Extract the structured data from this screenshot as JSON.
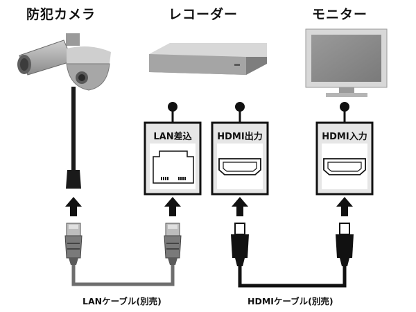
{
  "devices": {
    "camera": "防犯カメラ",
    "recorder": "レコーダー",
    "monitor": "モニター"
  },
  "ports": {
    "recorder_lan": "LAN差込",
    "recorder_hdmi_out": "HDMI出力",
    "monitor_hdmi_in": "HDMI入力"
  },
  "cables": {
    "lan": "LANケーブル(別売)",
    "hdmi": "HDMIケーブル(別売)"
  },
  "colors": {
    "lan_cable": "#6e6e6e",
    "hdmi_cable": "#111111",
    "device_gray": "#8c8c8c",
    "panel_bg": "#e6e6e6"
  }
}
